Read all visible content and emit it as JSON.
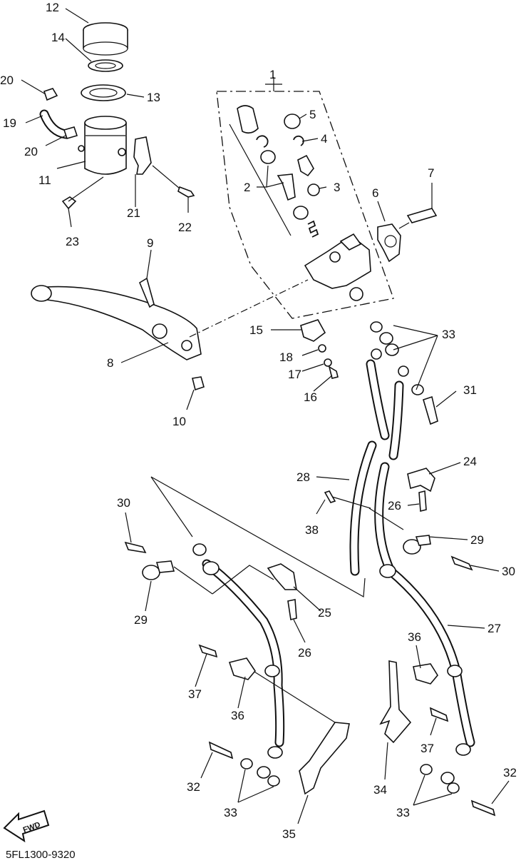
{
  "labels": {
    "p1": "1",
    "p2": "2",
    "p3": "3",
    "p4": "4",
    "p5": "5",
    "p6": "6",
    "p7": "7",
    "p8": "8",
    "p9": "9",
    "p10": "10",
    "p11": "11",
    "p12": "12",
    "p13": "13",
    "p14": "14",
    "p15": "15",
    "p16": "16",
    "p17": "17",
    "p18": "18",
    "p19": "19",
    "p20a": "20",
    "p20b": "20",
    "p21": "21",
    "p22": "22",
    "p23": "23",
    "p24": "24",
    "p25": "25",
    "p26a": "26",
    "p26b": "26",
    "p27": "27",
    "p28": "28",
    "p29a": "29",
    "p29b": "29",
    "p30a": "30",
    "p30b": "30",
    "p31": "31",
    "p32a": "32",
    "p32b": "32",
    "p33a": "33",
    "p33b": "33",
    "p33c": "33",
    "p34": "34",
    "p35": "35",
    "p36a": "36",
    "p36b": "36",
    "p37a": "37",
    "p37b": "37",
    "p38": "38"
  },
  "fwd_label": "FWD",
  "diagram_code": "5FL1300-9320"
}
